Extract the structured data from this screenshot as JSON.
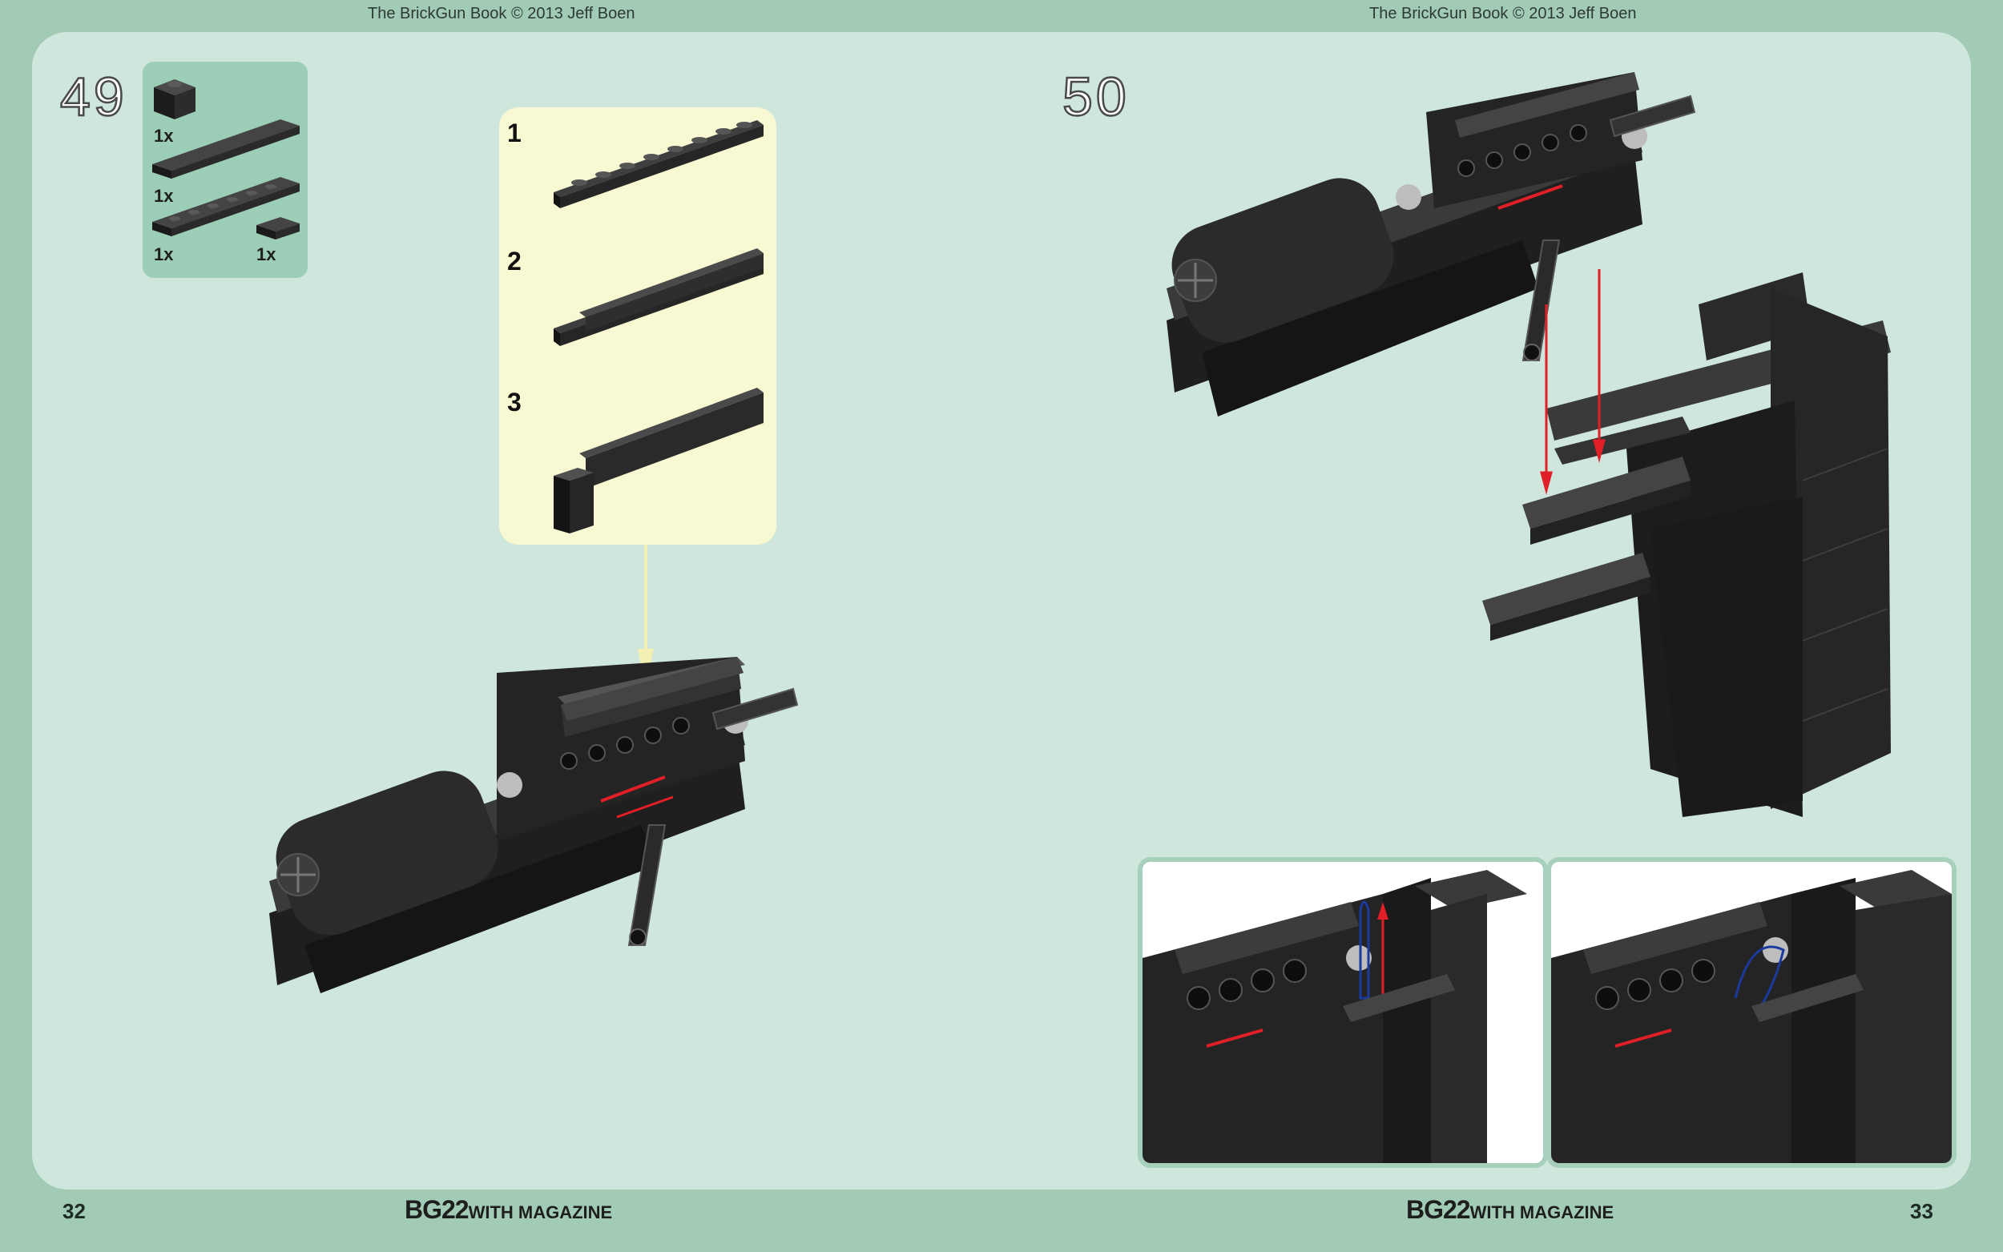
{
  "header": {
    "left_text": "The BrickGun Book © 2013 Jeff Boen",
    "right_text": "The BrickGun Book © 2013 Jeff Boen"
  },
  "step49": {
    "number": "49",
    "parts": [
      {
        "icon": "brick-1x1-icon",
        "qty": "1x"
      },
      {
        "icon": "plate-1x8-icon",
        "qty": "1x"
      },
      {
        "icon": "plate-1x6-icon",
        "qty": "1x"
      },
      {
        "icon": "plate-1x2-icon",
        "qty": "1x"
      }
    ],
    "substeps": [
      {
        "label": "1"
      },
      {
        "label": "2"
      },
      {
        "label": "3"
      }
    ]
  },
  "step50": {
    "number": "50"
  },
  "footer": {
    "left_page": "32",
    "right_page": "33",
    "title_main": "BG22",
    "title_sub": "WITH MAGAZINE"
  },
  "colors": {
    "page_bg": "#a2cbb6",
    "panel_bg": "#cfe6dc",
    "parts_bg": "#9ccdb6",
    "substep_bg": "#f8f8d2",
    "brick": "#2a2a2a",
    "arrow": "#e01f26"
  }
}
